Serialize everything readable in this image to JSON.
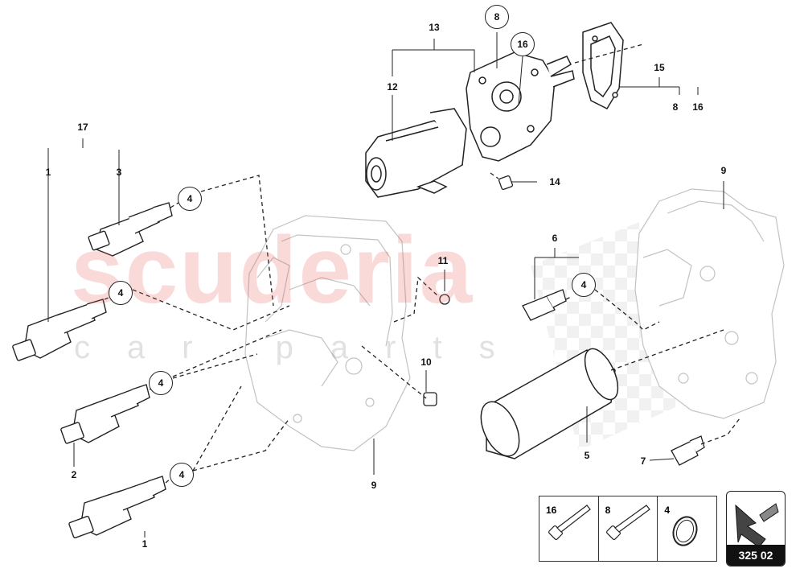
{
  "watermark": {
    "brand": "scuderia",
    "sub": "car parts"
  },
  "labels": [
    {
      "id": "p17",
      "text": "17"
    },
    {
      "id": "p1a",
      "text": "1"
    },
    {
      "id": "p3",
      "text": "3"
    },
    {
      "id": "p13",
      "text": "13"
    },
    {
      "id": "p12",
      "text": "12"
    },
    {
      "id": "p15",
      "text": "15"
    },
    {
      "id": "p8b",
      "text": "8"
    },
    {
      "id": "p16b",
      "text": "16"
    },
    {
      "id": "p14",
      "text": "14"
    },
    {
      "id": "p9a",
      "text": "9"
    },
    {
      "id": "p6",
      "text": "6"
    },
    {
      "id": "p11",
      "text": "11"
    },
    {
      "id": "p10",
      "text": "10"
    },
    {
      "id": "p2",
      "text": "2"
    },
    {
      "id": "p1b",
      "text": "1"
    },
    {
      "id": "p9b",
      "text": "9"
    },
    {
      "id": "p5",
      "text": "5"
    },
    {
      "id": "p7",
      "text": "7"
    }
  ],
  "circled_labels": [
    {
      "id": "c8",
      "text": "8"
    },
    {
      "id": "c16",
      "text": "16"
    },
    {
      "id": "c4a",
      "text": "4"
    },
    {
      "id": "c4b",
      "text": "4"
    },
    {
      "id": "c4c",
      "text": "4"
    },
    {
      "id": "c4d",
      "text": "4"
    },
    {
      "id": "c4e",
      "text": "4"
    }
  ],
  "legend": [
    {
      "part": "16"
    },
    {
      "part": "8"
    },
    {
      "part": "4"
    }
  ],
  "badge": {
    "code": "325 02"
  }
}
